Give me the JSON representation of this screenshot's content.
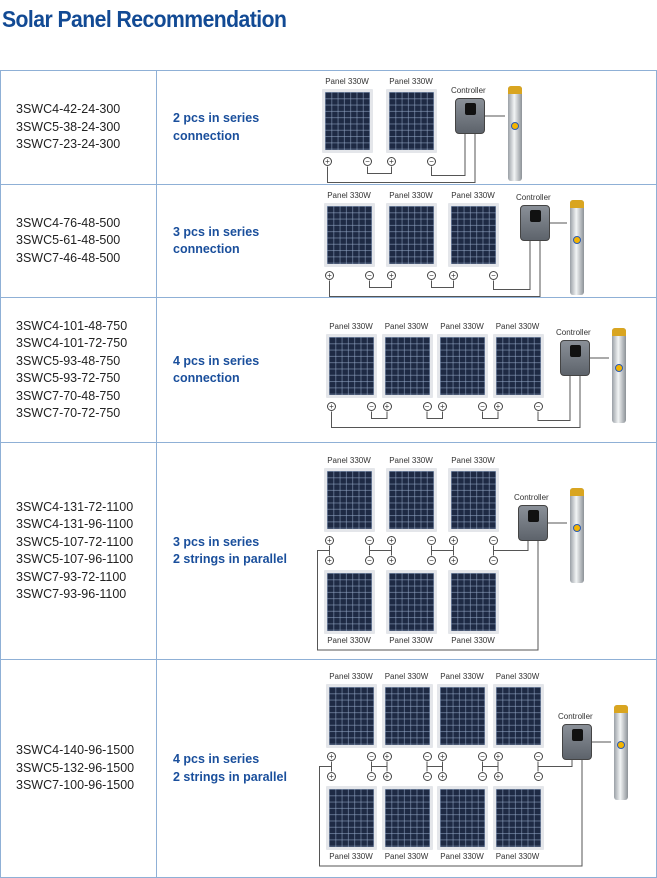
{
  "title": "Solar Panel Recommendation",
  "panel_label": "Panel 330W",
  "controller_label": "Controller",
  "plus_symbol": "+",
  "minus_symbol": "−",
  "rows": [
    {
      "models": [
        "3SWC4-42-24-300",
        "3SWC5-38-24-300",
        "3SWC7-23-24-300"
      ],
      "connection": [
        "2 pcs in series",
        "connection"
      ],
      "panels_per_string": 2,
      "strings": 1
    },
    {
      "models": [
        "3SWC4-76-48-500",
        "3SWC5-61-48-500",
        "3SWC7-46-48-500"
      ],
      "connection": [
        "3 pcs in series",
        "connection"
      ],
      "panels_per_string": 3,
      "strings": 1
    },
    {
      "models": [
        "3SWC4-101-48-750",
        "3SWC4-101-72-750",
        "3SWC5-93-48-750",
        "3SWC5-93-72-750",
        "3SWC7-70-48-750",
        "3SWC7-70-72-750"
      ],
      "connection": [
        "4 pcs in series",
        "connection"
      ],
      "panels_per_string": 4,
      "strings": 1
    },
    {
      "models": [
        "3SWC4-131-72-1100",
        "3SWC4-131-96-1100",
        "3SWC5-107-72-1100",
        "3SWC5-107-96-1100",
        "3SWC7-93-72-1100",
        "3SWC7-93-96-1100"
      ],
      "connection": [
        "3 pcs in series",
        "2 strings in parallel"
      ],
      "panels_per_string": 3,
      "strings": 2
    },
    {
      "models": [
        "3SWC4-140-96-1500",
        "3SWC5-132-96-1500",
        "3SWC7-100-96-1500"
      ],
      "connection": [
        "4 pcs in series",
        "2 strings in parallel"
      ],
      "panels_per_string": 4,
      "strings": 2
    }
  ]
}
